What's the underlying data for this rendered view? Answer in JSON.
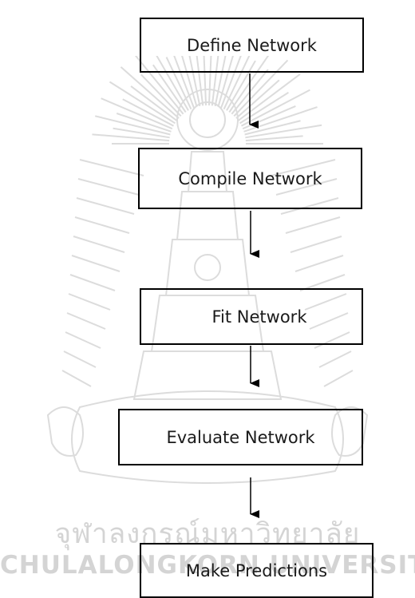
{
  "watermark": {
    "thai_text": "จุฬาลงกรณ์มหาวิทยาลัย",
    "english_text": "CHULALONGKORN UNIVERSITY"
  },
  "flowchart": {
    "steps": [
      {
        "label": "Define Network"
      },
      {
        "label": "Compile Network"
      },
      {
        "label": "Fit Network"
      },
      {
        "label": "Evaluate Network"
      },
      {
        "label": "Make Predictions"
      }
    ]
  },
  "colors": {
    "line": "#000000",
    "text": "#1a1a1a",
    "watermark": "#d4d4d4"
  }
}
